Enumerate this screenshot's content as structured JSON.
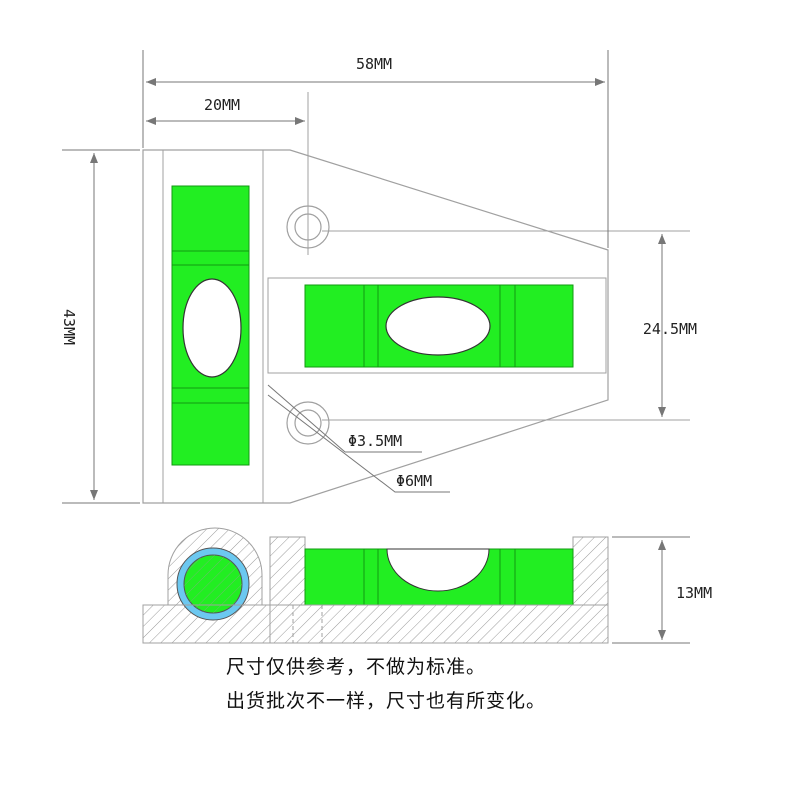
{
  "dimensions": {
    "total_width": "58MM",
    "left_width": "20MM",
    "height": "43MM",
    "hole_spacing": "24.5MM",
    "small_diameter": "Φ3.5MM",
    "large_diameter": "Φ6MM",
    "section_height": "13MM"
  },
  "notes": {
    "line1": "尺寸仅供参考，不做为标准。",
    "line2": "出货批次不一样，尺寸也有所变化。"
  },
  "colors": {
    "vial_green": "#22ee22",
    "ring_blue": "#6cc8f0",
    "hatch": "#9a9a9a",
    "outline": "#9a9a9a"
  }
}
